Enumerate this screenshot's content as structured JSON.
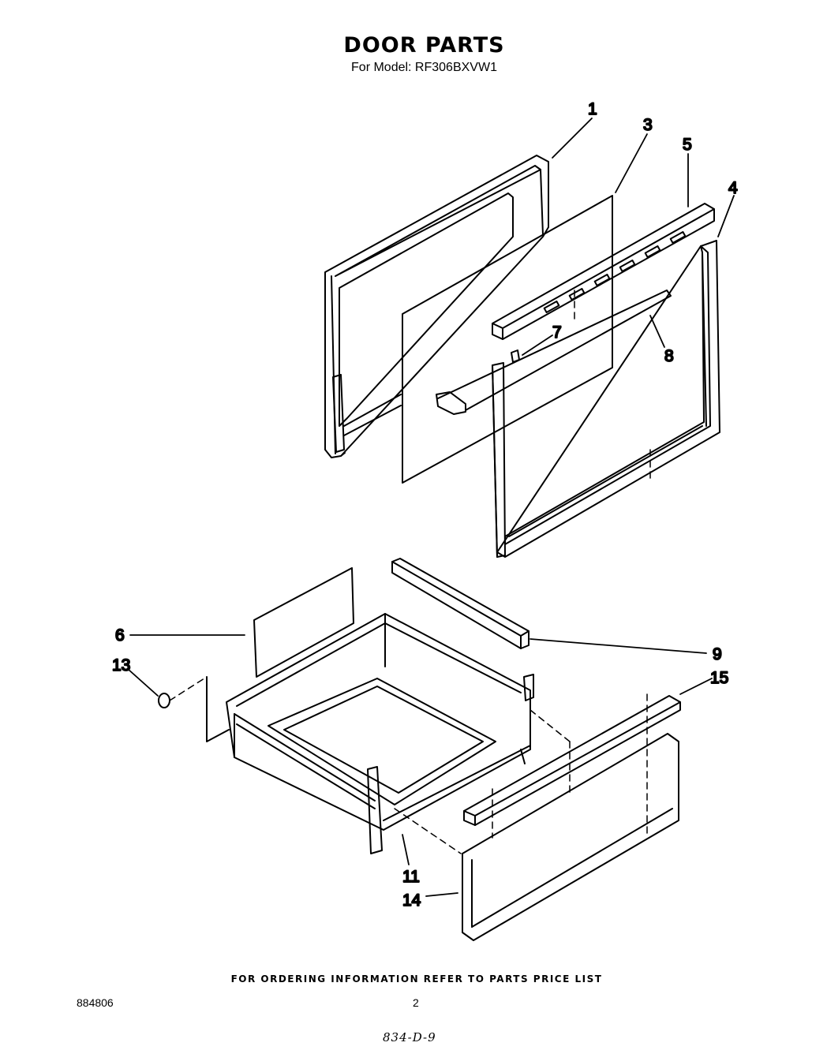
{
  "header": {
    "title": "DOOR PARTS",
    "subtitle": "For Model: RF306BXVW1"
  },
  "callouts": {
    "c1": "1",
    "c3": "3",
    "c5": "5",
    "c4": "4",
    "c7": "7",
    "c8": "8",
    "c6": "6",
    "c13": "13",
    "c9": "9",
    "c15": "15",
    "c11": "11",
    "c14": "14"
  },
  "footer": {
    "note": "FOR ORDERING INFORMATION REFER TO PARTS PRICE LIST",
    "doc_number": "884806",
    "page_number": "2",
    "handwritten": "834-D-9"
  }
}
